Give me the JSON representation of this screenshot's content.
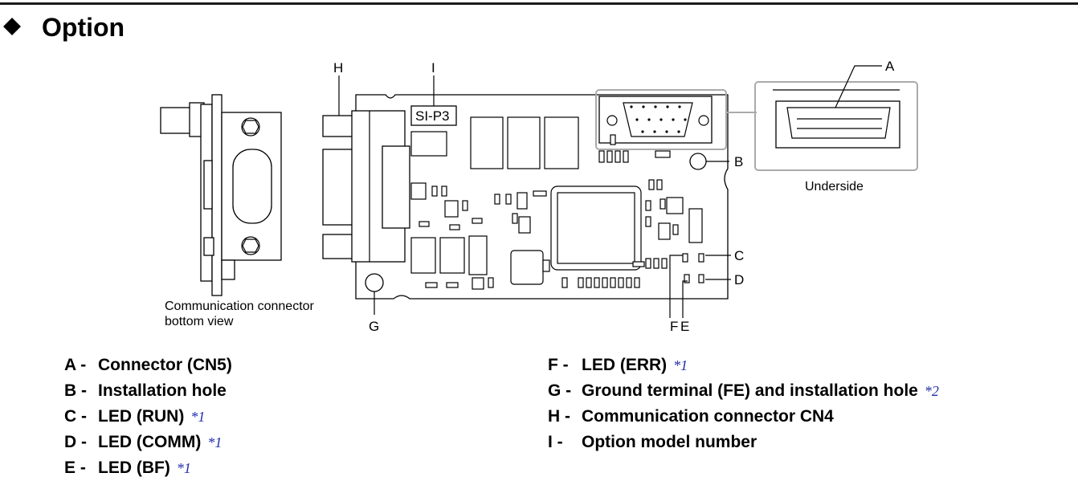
{
  "header": {
    "title": "Option"
  },
  "diagram": {
    "labels": {
      "a": "A",
      "b": "B",
      "c": "C",
      "d": "D",
      "e": "E",
      "f": "F",
      "g": "G",
      "h": "H",
      "i": "I"
    },
    "model_label": "SI-P3",
    "underside_caption": "Underside",
    "connector_caption_line1": "Communication connector",
    "connector_caption_line2": "bottom view"
  },
  "legend": {
    "left": [
      {
        "key": "A -",
        "text": "Connector (CN5)",
        "note": ""
      },
      {
        "key": "B -",
        "text": "Installation hole",
        "note": ""
      },
      {
        "key": "C -",
        "text": "LED (RUN)",
        "note": "*1"
      },
      {
        "key": "D -",
        "text": "LED (COMM)",
        "note": "*1"
      },
      {
        "key": "E -",
        "text": "LED (BF)",
        "note": "*1"
      }
    ],
    "right": [
      {
        "key": "F -",
        "text": "LED (ERR)",
        "note": "*1"
      },
      {
        "key": "G -",
        "text": "Ground terminal (FE) and installation hole",
        "note": "*2"
      },
      {
        "key": "H -",
        "text": "Communication connector CN4",
        "note": ""
      },
      {
        "key": "I -",
        "text": "Option model number",
        "note": ""
      }
    ]
  }
}
